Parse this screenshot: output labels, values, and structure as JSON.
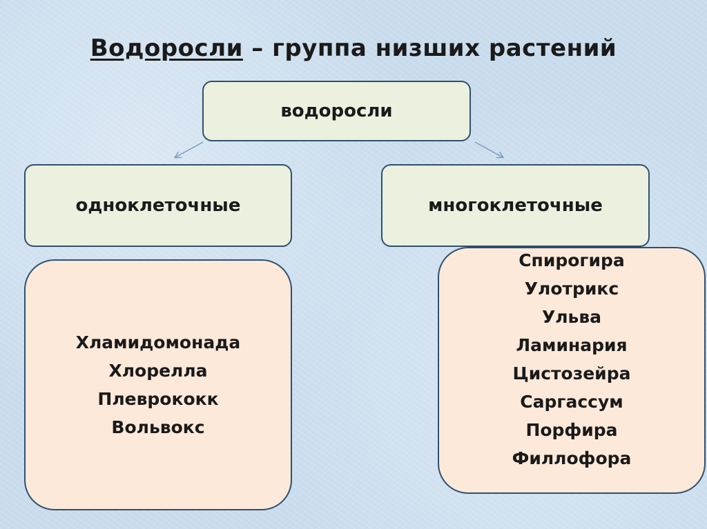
{
  "title": {
    "main": "Водоросли",
    "rest": " – группа низших растений"
  },
  "diagram": {
    "root": "водоросли",
    "branches": [
      {
        "label": "одноклеточные",
        "items": [
          "Хламидомонада",
          "Хлорелла",
          "Плеврококк",
          "Вольвокс"
        ]
      },
      {
        "label": "многоклеточные",
        "items": [
          "Спирогира",
          "Улотрикс",
          "Ульва",
          "Ламинария",
          "Цистозейра",
          "Саргассум",
          "Порфира",
          "Филлофора"
        ]
      }
    ]
  },
  "colors": {
    "background": "#c9dced",
    "category_box": "#ebf1de",
    "list_box": "#fde9d9",
    "border": "#2f4f6e",
    "arrow": "#7c9cbf"
  }
}
